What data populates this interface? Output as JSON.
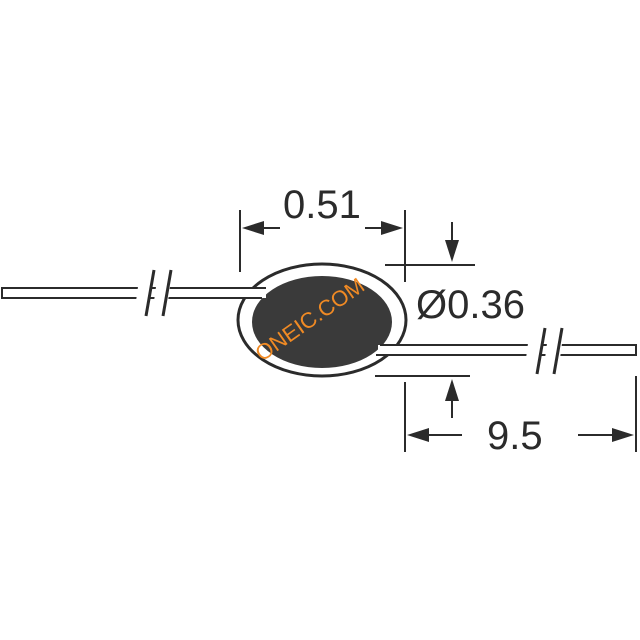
{
  "dimensions": {
    "bead_width": "0.51",
    "lead_diameter": "Ø0.36",
    "lead_length": "9.5"
  },
  "watermark": {
    "text": "ONEIC.COM"
  },
  "colors": {
    "line": "#2b2b2b",
    "bead_fill": "#3a3a3a",
    "watermark": "#f08a24",
    "background": "#ffffff"
  }
}
